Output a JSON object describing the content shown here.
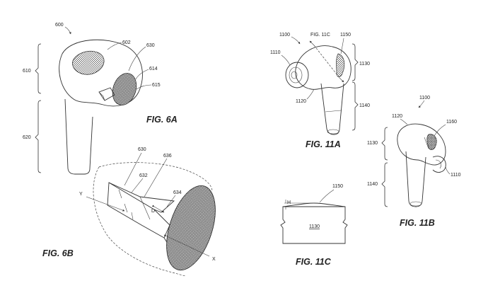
{
  "figures": {
    "fig6a": {
      "caption": "FIG. 6A",
      "labels": {
        "device": "600",
        "top": "602",
        "sensor": "630",
        "edge": "614",
        "area": "615",
        "upper": "610",
        "stem": "620"
      }
    },
    "fig6b": {
      "caption": "FIG. 6B",
      "labels": {
        "a": "630",
        "b": "636",
        "c": "632",
        "d": "634",
        "dim": "D",
        "ax_y": "Y",
        "ax_x": "X"
      }
    },
    "fig11a": {
      "caption": "FIG. 11A",
      "labels": {
        "device": "1100",
        "section": "FIG. 11C",
        "sensor": "1150",
        "tip": "1110",
        "head": "1130",
        "bottom": "1120",
        "stem": "1140"
      }
    },
    "fig11b": {
      "caption": "FIG. 11B",
      "labels": {
        "device": "1100",
        "body": "1120",
        "sensor": "1160",
        "head": "1130",
        "tip": "1110",
        "stem": "1140"
      }
    },
    "fig11c": {
      "caption": "FIG. 11C",
      "labels": {
        "sensor": "1150",
        "height": "H",
        "body": "1130"
      }
    }
  }
}
